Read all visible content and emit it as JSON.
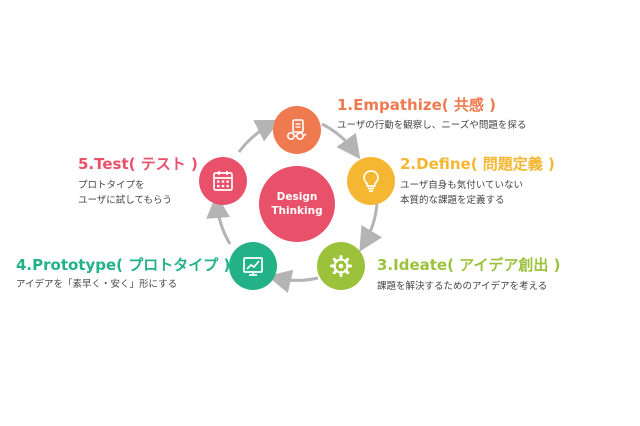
{
  "center": {
    "line1": "Design",
    "line2": "Thinking",
    "color": "#e9506a"
  },
  "stages": [
    {
      "title": "1.Empathize( 共感 )",
      "desc": [
        "ユーザの行動を観察し、ニーズや問題を探る"
      ],
      "color": "#f07a4f",
      "icon": "empathy-icon"
    },
    {
      "title": "2.Define( 問題定義 )",
      "desc": [
        "ユーザ自身も気付いていない",
        "本質的な課題を定義する"
      ],
      "color": "#f5b731",
      "icon": "lightbulb-icon"
    },
    {
      "title": "3.Ideate( アイデア創出 )",
      "desc": [
        "課題を解決するためのアイデアを考える"
      ],
      "color": "#9cc23c",
      "icon": "gear-icon"
    },
    {
      "title": "4.Prototype( プロトタイプ )",
      "desc": [
        "アイデアを「素早く・安く」形にする"
      ],
      "color": "#23b187",
      "icon": "chart-screen-icon"
    },
    {
      "title": "5.Test( テスト )",
      "desc": [
        "プロトタイプを",
        "ユーザに試してもらう"
      ],
      "color": "#e9506a",
      "icon": "calendar-icon"
    }
  ],
  "arrow_color": "#b4b4b4"
}
